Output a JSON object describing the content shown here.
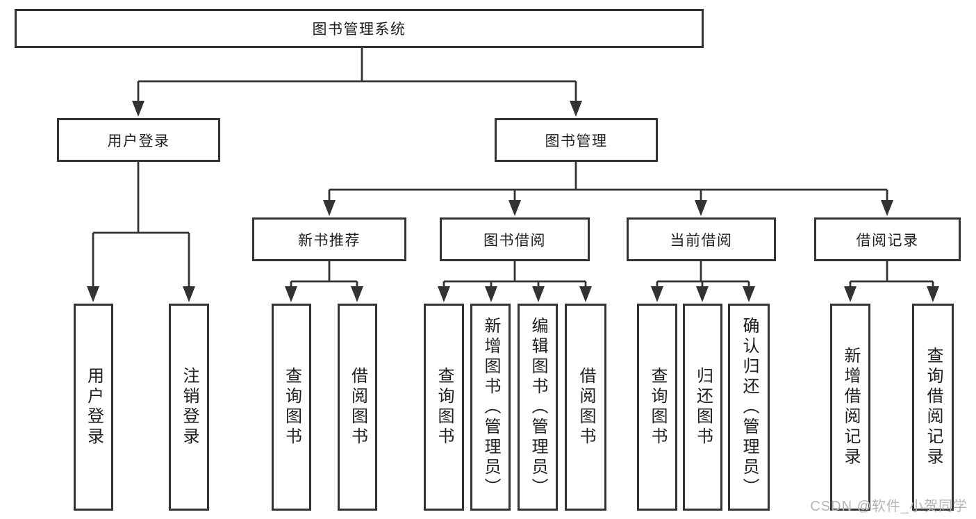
{
  "diagram": {
    "watermark": "CSDN @软件_小贺同学",
    "colors": {
      "line": "#333333",
      "text": "#1f1f1f",
      "watermark": "#b4b4b4",
      "background": "#ffffff"
    },
    "nodes": {
      "root": "图书管理系统",
      "login": "用户登录",
      "mgmt": "图书管理",
      "login_user": "用户登录",
      "login_logout": "注销登录",
      "rec": "新书推荐",
      "borrow": "图书借阅",
      "current": "当前借阅",
      "records": "借阅记录",
      "rec_query": "查询图书",
      "rec_borrow": "借阅图书",
      "borrow_query": "查询图书",
      "borrow_add": "新增图书（管理员）",
      "borrow_edit": "编辑图书（管理员）",
      "borrow_lend": "借阅图书",
      "cur_query": "查询图书",
      "cur_return": "归还图书",
      "cur_confirm": "确认归还（管理员）",
      "records_add": "新增借阅记录",
      "records_query": "查询借阅记录"
    },
    "hierarchy": {
      "图书管理系统": {
        "用户登录": [
          "用户登录",
          "注销登录"
        ],
        "图书管理": {
          "新书推荐": [
            "查询图书",
            "借阅图书"
          ],
          "图书借阅": [
            "查询图书",
            "新增图书（管理员）",
            "编辑图书（管理员）",
            "借阅图书"
          ],
          "当前借阅": [
            "查询图书",
            "归还图书",
            "确认归还（管理员）"
          ],
          "借阅记录": [
            "新增借阅记录",
            "查询借阅记录"
          ]
        }
      }
    }
  }
}
